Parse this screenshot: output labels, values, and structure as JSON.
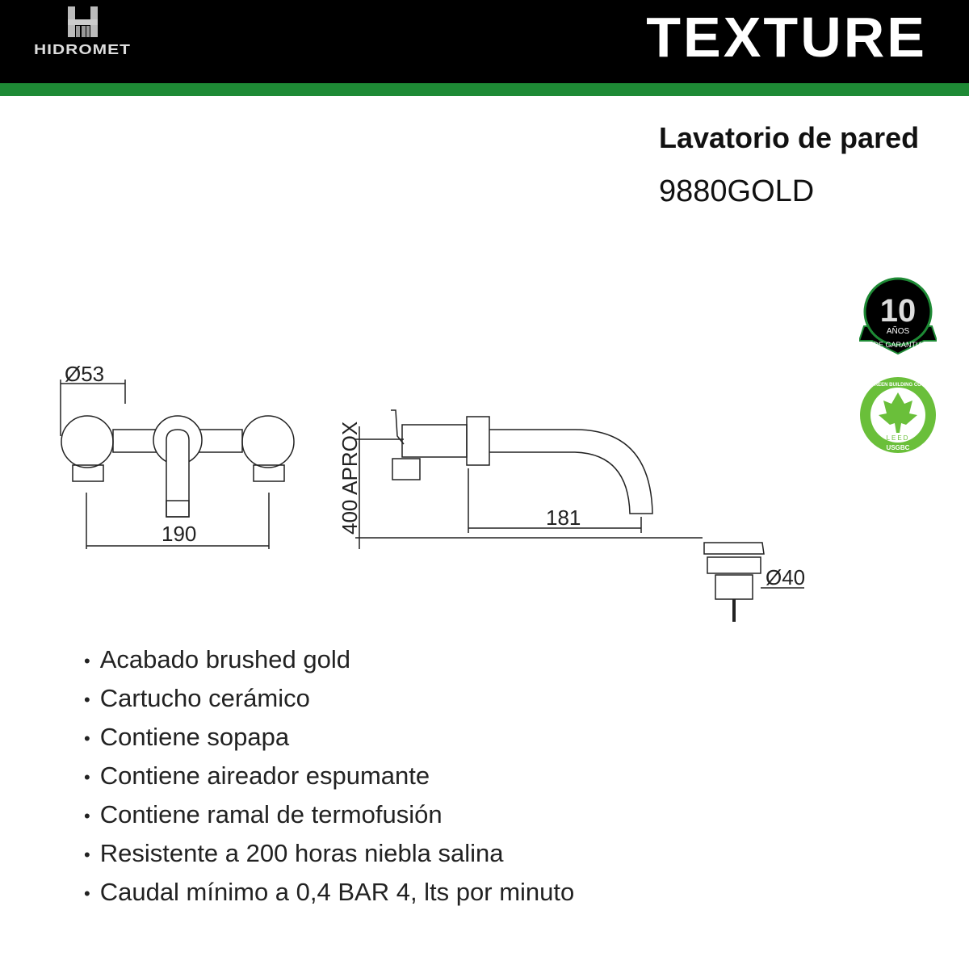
{
  "header": {
    "logo_text": "HIDROMET",
    "brand": "TEXTURE"
  },
  "product": {
    "title": "Lavatorio de pared",
    "code": "9880GOLD"
  },
  "badges": {
    "warranty": {
      "number": "10",
      "line1": "AÑOS",
      "line2": "DE GARANTIA"
    },
    "leed": {
      "ring": "U.S. GREEN BUILDING COUNCIL",
      "mid": "LEED",
      "bottom": "USGBC"
    }
  },
  "dimensions": {
    "diameter_handle": "Ø53",
    "width": "190",
    "height": "400 APROX",
    "spout": "181",
    "drain": "Ø40"
  },
  "features": [
    "Acabado brushed gold",
    "Cartucho cerámico",
    "Contiene sopapa",
    "Contiene aireador espumante",
    "Contiene ramal de termofusión",
    "Resistente a 200 horas niebla salina",
    "Caudal mínimo a 0,4 BAR 4, lts por minuto"
  ],
  "colors": {
    "green": "#1e8a35",
    "leed": "#6abf3a"
  }
}
